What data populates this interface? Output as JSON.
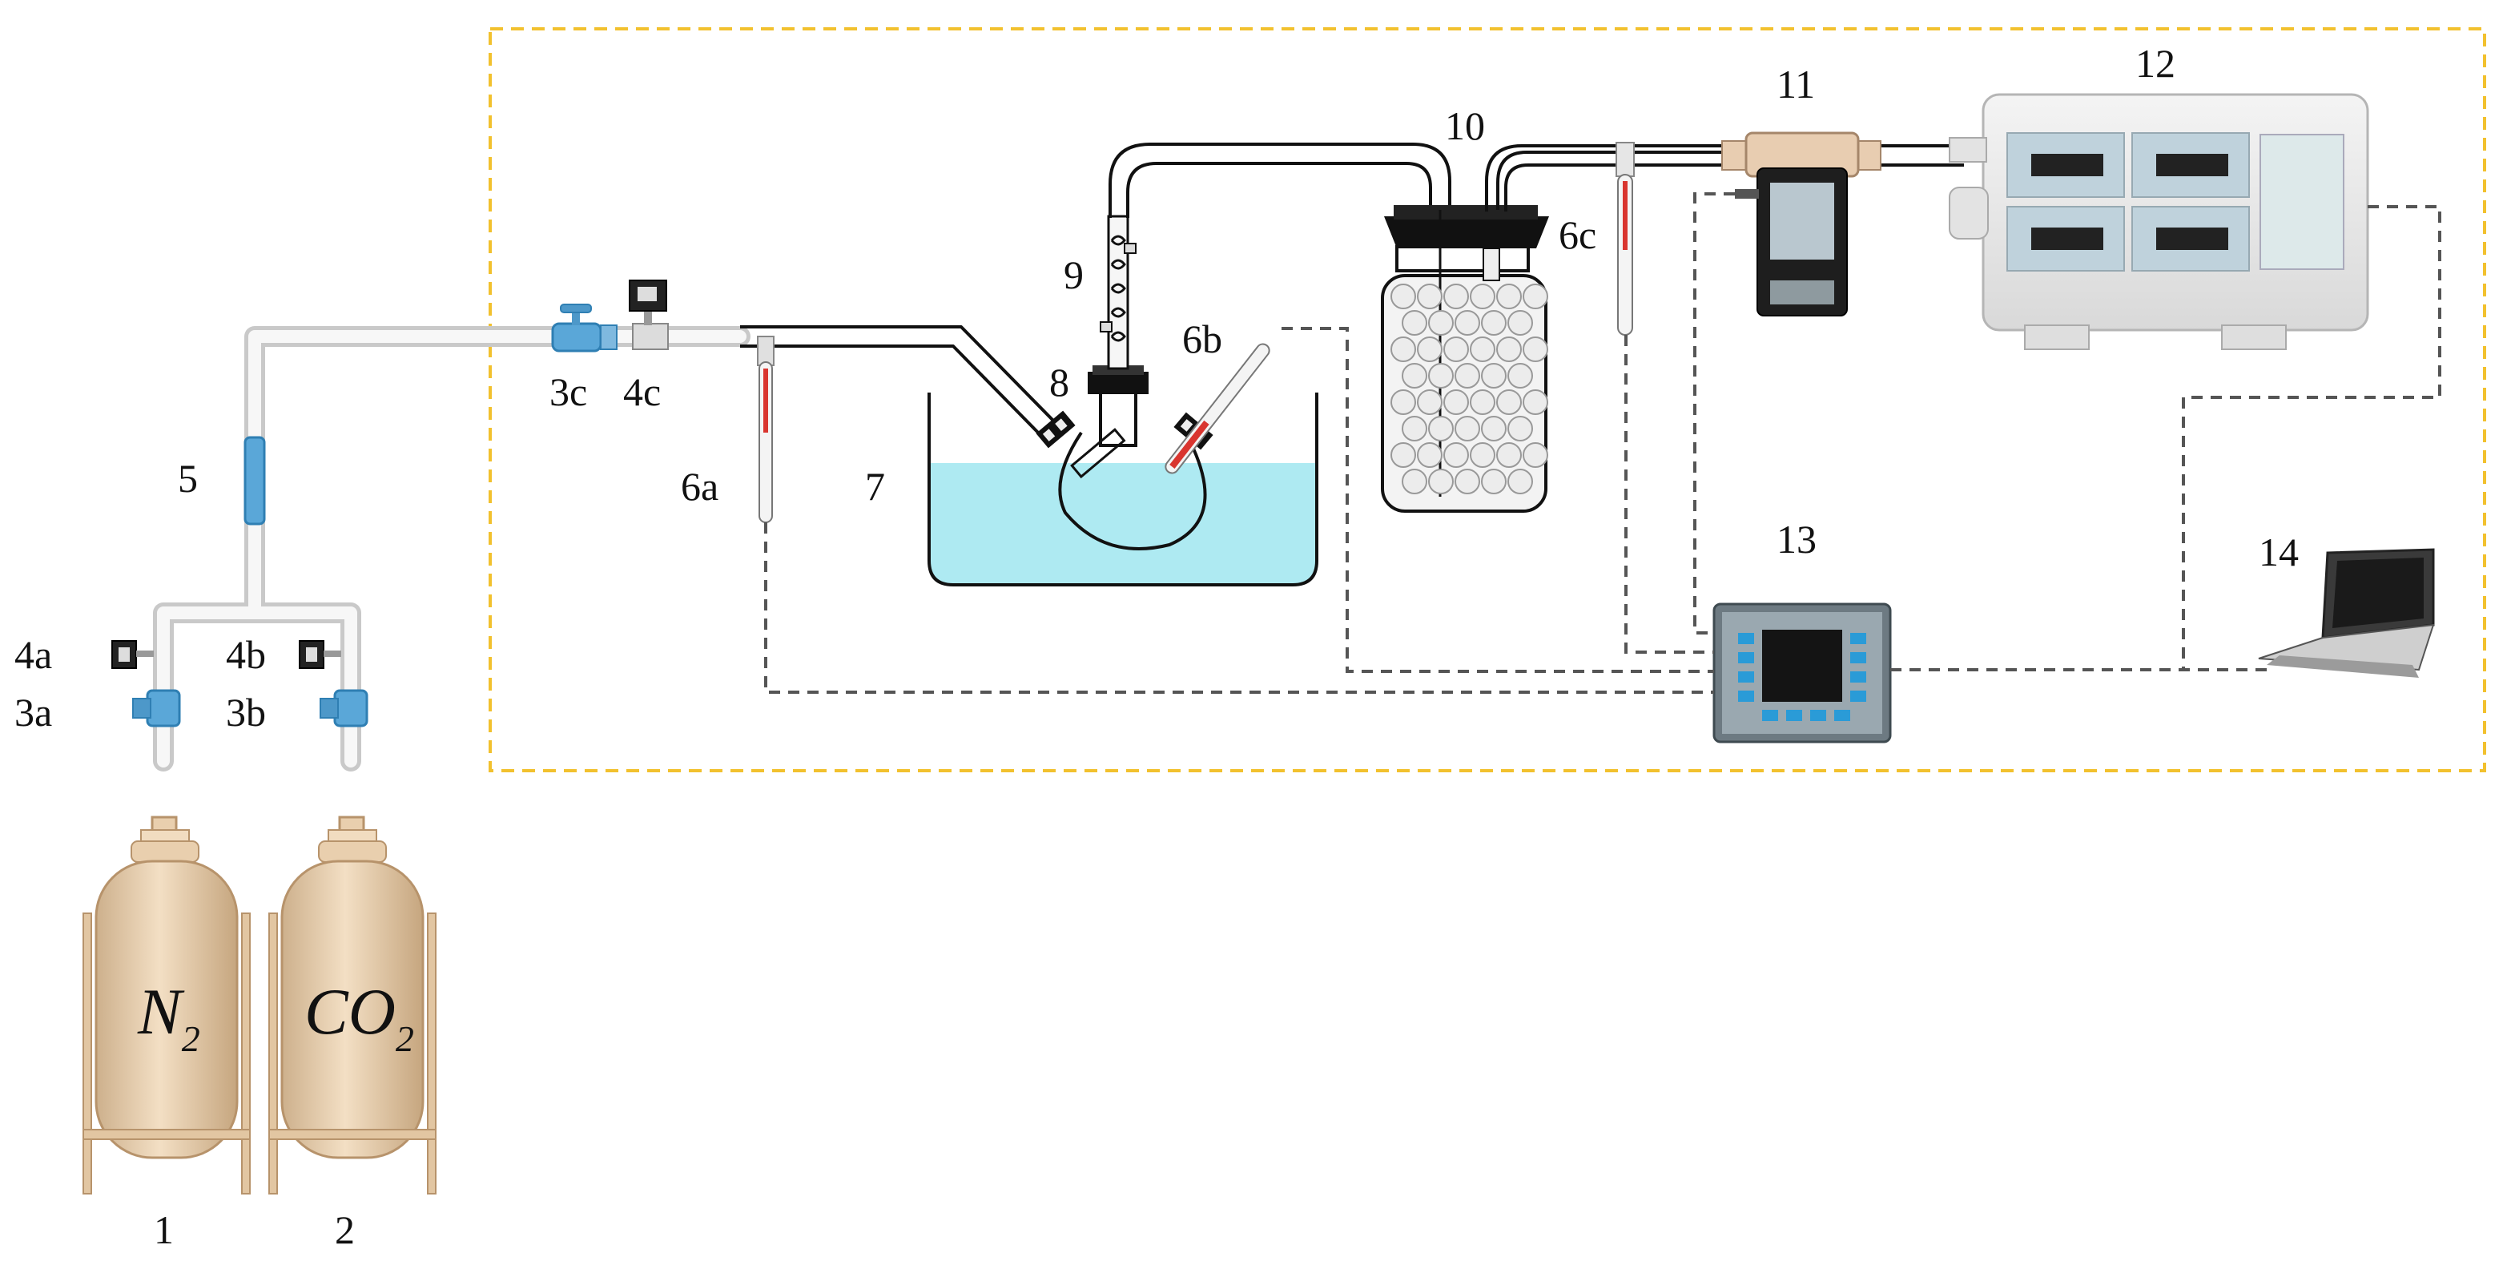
{
  "labels": {
    "cyl1": "1",
    "cyl2": "2",
    "valve_a": "3a",
    "valve_b": "3b",
    "valve_c": "3c",
    "meter_a": "4a",
    "meter_b": "4b",
    "meter_c": "4c",
    "mixer": "5",
    "thermo_a": "6a",
    "thermo_b": "6b",
    "thermo_c": "6c",
    "bath": "7",
    "flask": "8",
    "condenser": "9",
    "dryer": "10",
    "sensor": "11",
    "analyzer": "12",
    "controller": "13",
    "laptop": "14"
  },
  "gases": {
    "n2_main": "N",
    "n2_sub": "2",
    "co2_main": "CO",
    "co2_sub": "2"
  },
  "colors": {
    "boundary": "#f2c12e",
    "cylinder": "#e9cfae",
    "valve": "#5aa7d8",
    "water": "#aeeaf2",
    "signal_line": "#555555",
    "thermometer_red": "#d9352f"
  }
}
